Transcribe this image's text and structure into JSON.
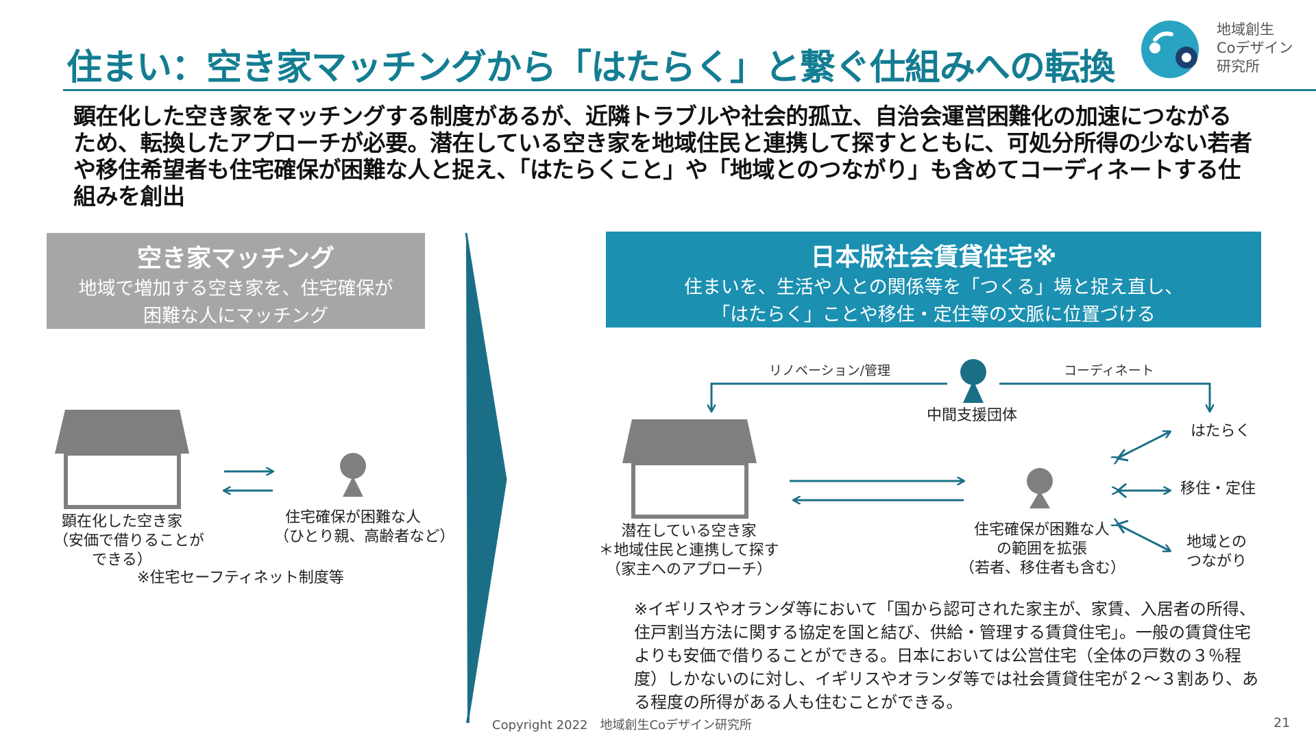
{
  "header": {
    "title": "住まい：空き家マッチングから「はたらく」と繋ぐ仕組みへの転換",
    "logo_text": [
      "地域創生",
      "Coデザイン",
      "研究所"
    ]
  },
  "summary": "顕在化した空き家をマッチングする制度があるが、近隣トラブルや社会的孤立、自治会運営困難化の加速につながるため、転換したアプローチが必要。潜在している空き家を地域住民と連携して探すとともに、可処分所得の少ない若者や移住希望者も住宅確保が困難な人と捉え、「はたらくこと」や「地域とのつながり」も含めてコーディネートする仕組みを創出",
  "left_panel": {
    "heading": "空き家マッチング",
    "subtitle_lines": [
      "地域で増加する空き家を、住宅確保が",
      "困難な人にマッチング"
    ],
    "house_label_lines": [
      "顕在化した空き家",
      "（安価で借りることが",
      "できる）"
    ],
    "person_label_lines": [
      "住宅確保が困難な人",
      "（ひとり親、高齢者など）"
    ],
    "footnote": "※住宅セーフティネット制度等"
  },
  "right_panel": {
    "heading": "日本版社会賃貸住宅※",
    "subtitle_lines": [
      "住まいを、生活や人との関係等を「つくる」場と捉え直し、",
      "「はたらく」ことや移住・定住等の文脈に位置づける"
    ],
    "renovation_label": "リノベーション/管理",
    "coordinate_label": "コーディネート",
    "support_org_label": "中間支援団体",
    "house_label_lines": [
      "潜在している空き家",
      "＊地域住民と連携して探す",
      "（家主へのアプローチ）"
    ],
    "person_label_lines": [
      "住宅確保が困難な人",
      "の範囲を拡張",
      "（若者、移住者も含む）"
    ],
    "targets": {
      "work": "はたらく",
      "migration": "移住・定住",
      "community_lines": [
        "地域との",
        "つながり"
      ]
    },
    "note": "※イギリスやオランダ等において「国から認可された家主が、家賃、入居者の所得、住戸割当方法に関する協定を国と結び、供給・管理する賃貸住宅」。一般の賃貸住宅よりも安価で借りることができる。日本においては公営住宅（全体の戸数の３％程度）しかないのに対し、イギリスやオランダ等では社会賃貸住宅が２～３割あり、ある程度の所得がある人も住むことができる。"
  },
  "footer": {
    "copyright": "Copyright 2022　地域創生Coデザイン研究所",
    "page_number": "21"
  },
  "colors": {
    "teal": "#137d92",
    "teal_box": "#1b90b1",
    "gray_box": "#a6a6a6",
    "icon_gray": "#7f7f7f",
    "chevron": "#1a6f87"
  },
  "icons": [
    "house-icon",
    "person-icon",
    "chevron-arrow-icon",
    "logo-icon"
  ]
}
